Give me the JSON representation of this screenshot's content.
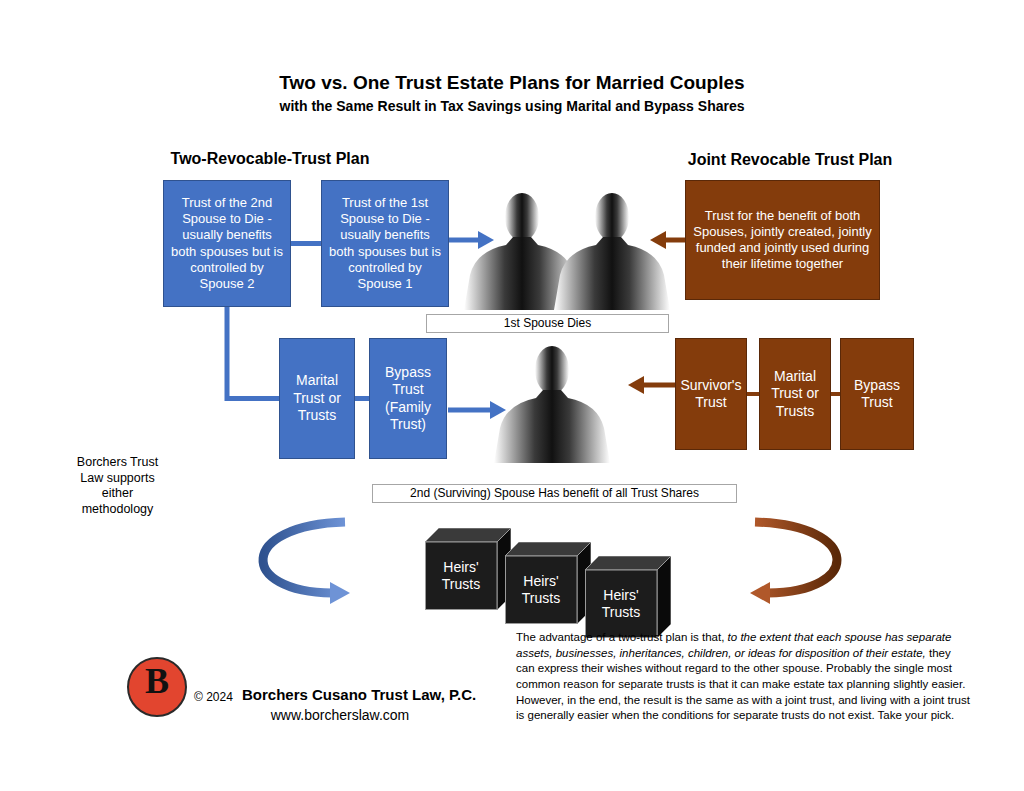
{
  "diagram": {
    "title": "Two vs. One Trust Estate Plans for Married Couples",
    "nodes": [
      {
        "text": [
          "Trust of the 2nd Spouse to Die - usually benefits both spouses but is controlled by Spouse 2"
        ]
      },
      {
        "text": [
          "Trust of the 1st Spouse to Die - usually benefits both spouses but is controlled by Spouse 1"
        ]
      },
      {
        "text": [
          "Trust for the benefit of both Spouses, jointly created, jointly funded and jointly used during their lifetime together"
        ]
      },
      {
        "text": [
          "1st Spouse Dies"
        ]
      },
      {
        "text": [
          "Marital Trust or Trusts"
        ]
      },
      {
        "text": [
          "Bypass Trust (Family Trust)"
        ]
      },
      {
        "text": [
          "Survivor's Trust"
        ]
      },
      {
        "text": [
          "Marital Trust or Trusts"
        ]
      },
      {
        "text": [
          "Bypass Trust"
        ]
      },
      {
        "text": [
          "2nd (Surviving) Spouse Has benefit of all Trust Shares"
        ]
      },
      {
        "text": [
          "Heirs' Trusts"
        ]
      },
      {
        "text": [
          "Heirs' Trusts"
        ]
      },
      {
        "text": [
          "Heirs' Trusts"
        ]
      }
    ],
    "edges": [
      {
        "from": 0,
        "to": 1,
        "arrow": "none"
      },
      {
        "from": 0,
        "to": 4,
        "arrow": "none"
      },
      {
        "from": 4,
        "to": 5,
        "arrow": "none"
      },
      {
        "from": 6,
        "to": 7,
        "arrow": "none"
      },
      {
        "from": 7,
        "to": 8,
        "arrow": "none"
      }
    ],
    "labels": [
      "with the Same Result in Tax Savings using Marital and Bypass Shares",
      "Two-Revocable-Trust Plan",
      "Joint Revocable Trust Plan",
      "Borchers Trust Law supports either methodology",
      "B",
      "© 2024",
      "Borchers Cusano Trust Law, P.C.",
      "www.borcherslaw.com",
      "The advantage of a two-trust plan is that,",
      "to the extent that each spouse has separate assets, businesses, inheritances, children, or ideas for disposition of their estate,",
      "they can express their wishes without regard to the other spouse. Probably the single most common reason for separate trusts is that it can make estate tax planning slightly easier. However, in the end, the result is the same as with a joint trust, and living with a joint trust is generally easier when the conditions for separate trusts do not exist. Take your pick."
    ]
  }
}
